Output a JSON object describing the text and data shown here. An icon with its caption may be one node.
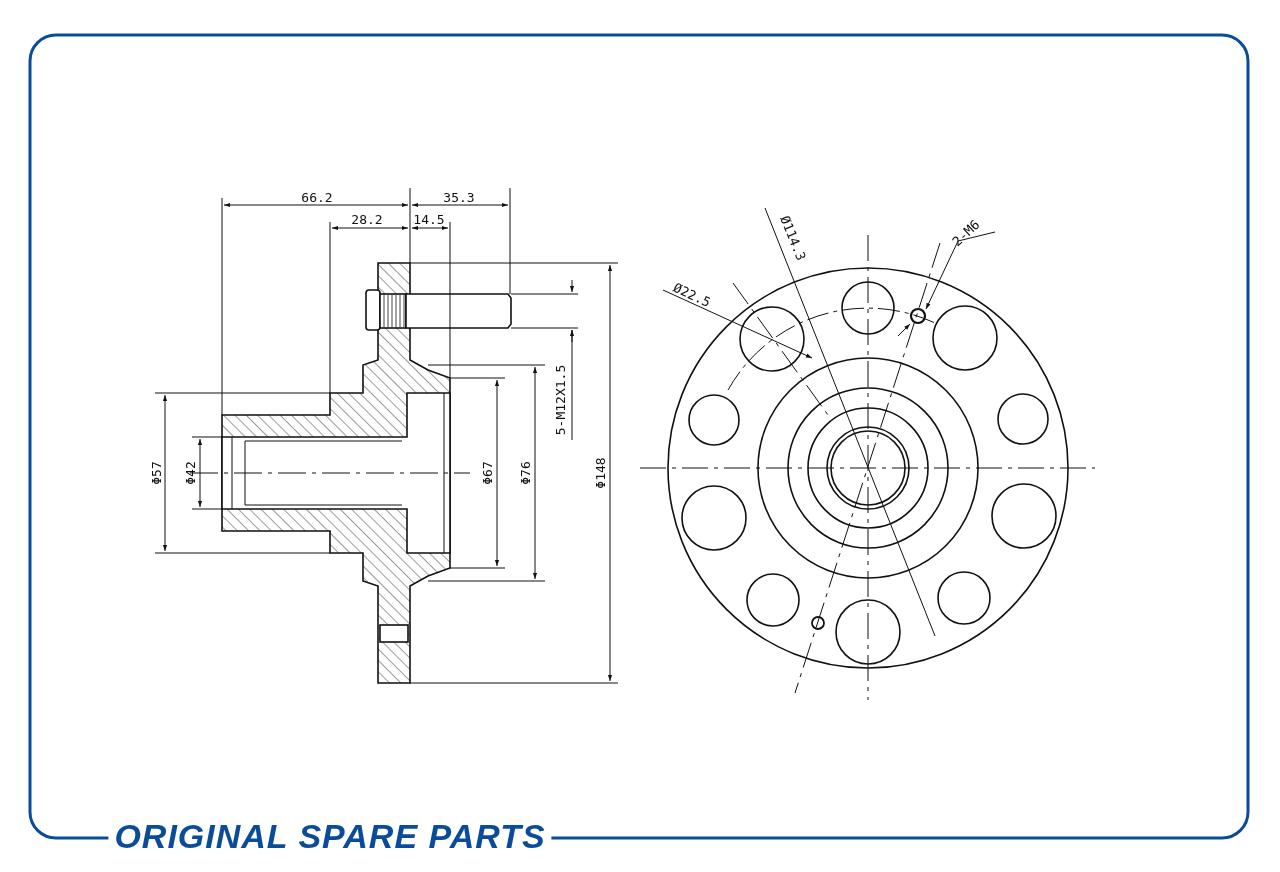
{
  "diagram": {
    "labels": [
      "66.2",
      "35.3",
      "Ø114.3",
      "28.2",
      "14.5",
      "2-M6",
      "Ø22.5",
      "5-M12X1.5",
      "Φ57",
      "Φ42",
      "Φ67",
      "Φ76",
      "Φ148",
      "ORIGINAL SPARE PARTS"
    ]
  }
}
